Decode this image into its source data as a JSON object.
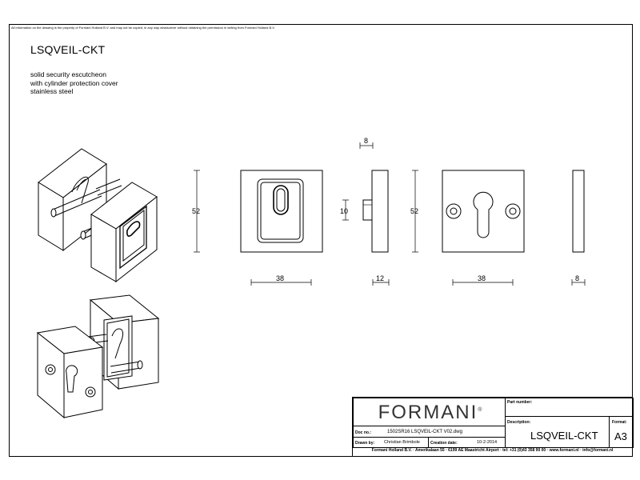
{
  "sheet": {
    "notice": "All information on the drawing is the property of Formani Holland B.V. and may not be copied, in any way whatsoever without obtaining the permission in writing from Formani Holland B.V.",
    "title": "LSQVEIL-CKT",
    "description": [
      "solid security escutcheon",
      "with cylinder protection cover",
      "stainless steel"
    ]
  },
  "dimensions": {
    "front_height": "52",
    "front_width": "38",
    "side_thickness": "8",
    "side_depth": "12",
    "cover_height": "10",
    "back_height": "52",
    "back_width": "38",
    "back_side_thickness": "8"
  },
  "title_block": {
    "brand": "FORMANI",
    "brand_mark": "®",
    "part_number_label": "Part number:",
    "description_label": "Description:",
    "description_value": "LSQVEIL-CKT",
    "format_label": "Format:",
    "format_value": "A3",
    "doc_no_label": "Doc no.:",
    "doc_no_value": "1502SR16 LSQVEIL-CKT V02.dwg",
    "drawn_by_label": "Drawn by:",
    "drawn_by_value": "Christian Brimbole",
    "creation_date_label": "Creation date:",
    "creation_date_value": "10-2-2014",
    "footer": "Formani Holland B.V. · Amerikalaan 55 · 6199 AE Maastricht Airport · tel: +31 (0)43 358 90 00 · www.formani.nl · info@formani.nl"
  }
}
